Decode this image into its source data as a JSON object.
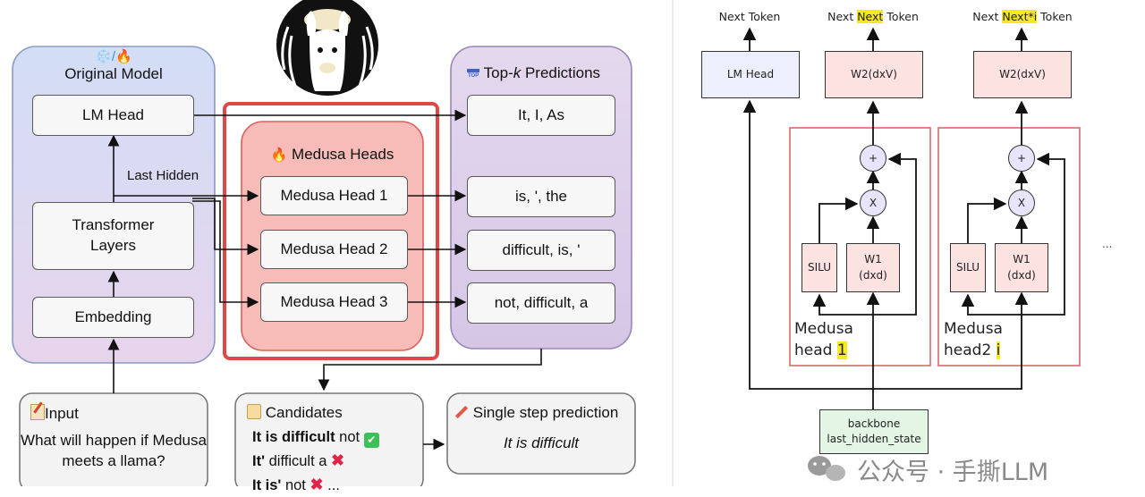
{
  "left": {
    "original_model": {
      "title": "Original Model",
      "title_icons": "❄️/🔥"
    },
    "lm_head": "LM Head",
    "transformer_layers": "Transformer Layers",
    "embedding": "Embedding",
    "last_hidden_label": "Last Hidden",
    "medusa_heads": {
      "title": "Medusa Heads",
      "title_icon": "🔥",
      "heads": [
        "Medusa Head 1",
        "Medusa Head 2",
        "Medusa Head 3"
      ]
    },
    "topk": {
      "title_pre": "Top-",
      "title_k": "k",
      "title_post": " Predictions",
      "icon_text": "TOP",
      "rows": [
        "It, I, As",
        "is, ', the",
        "difficult, is, '",
        "not, difficult, a"
      ]
    },
    "input": {
      "title": "Input",
      "text": "What will happen if Medusa meets a llama?"
    },
    "candidates": {
      "title": "Candidates",
      "rows": [
        {
          "bold": "It is difficult",
          "rest": " not",
          "mark": "✔"
        },
        {
          "bold": "It'",
          "rest": " difficult a",
          "mark": "✖"
        },
        {
          "bold": "It is'",
          "rest": " not",
          "mark": "✖",
          "tail": "..."
        }
      ]
    },
    "single_step": {
      "title": "Single step prediction",
      "text": "It is difficult"
    }
  },
  "right": {
    "tokens": {
      "t1": "Next Token",
      "t2_pre": "Next ",
      "t2_hl": "Next",
      "t2_post": " Token",
      "t3_pre": "Next ",
      "t3_hl": "Next*i",
      "t3_post": " Token"
    },
    "lm_head": "LM Head",
    "w2_label": "W2(dxV)",
    "plus": "+",
    "times": "X",
    "silu": "SILU",
    "w1_line1": "W1",
    "w1_line2": "(dxd)",
    "head1": {
      "line1": "Medusa",
      "line2": "head ",
      "hl": "1"
    },
    "head2": {
      "line1": "Medusa",
      "line2": "head2 ",
      "hl": "i"
    },
    "ellipsis": "...",
    "backbone_line1": "backbone",
    "backbone_line2": "last_hidden_state"
  },
  "watermark": "公众号 · 手撕LLM",
  "colors": {
    "medusa_red": "#e04848",
    "medusa_fill": "#f6b8b4",
    "topk_purple": "#d9cbe8",
    "model_blue": "#d8e2f7",
    "highlight": "#f5ea1c"
  }
}
